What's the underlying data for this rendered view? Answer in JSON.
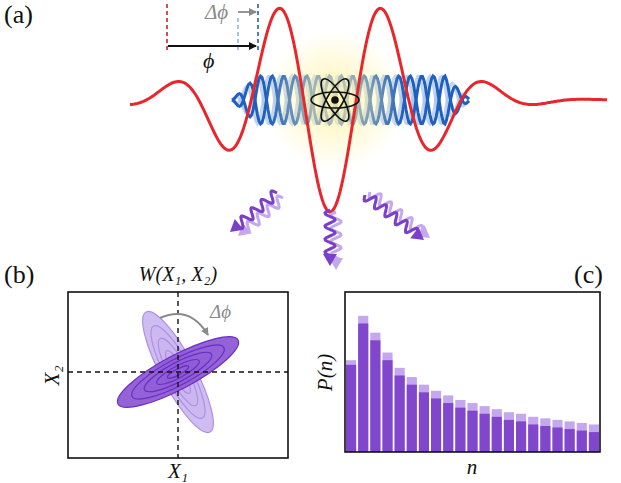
{
  "diagram": {
    "labels": [
      "(a)",
      "Δϕ",
      "ϕ",
      "(b)",
      "W(X₁, X₂)",
      "X₂",
      "X₁",
      "Δϕ",
      "(c)",
      "P(n)",
      "n"
    ]
  }
}
